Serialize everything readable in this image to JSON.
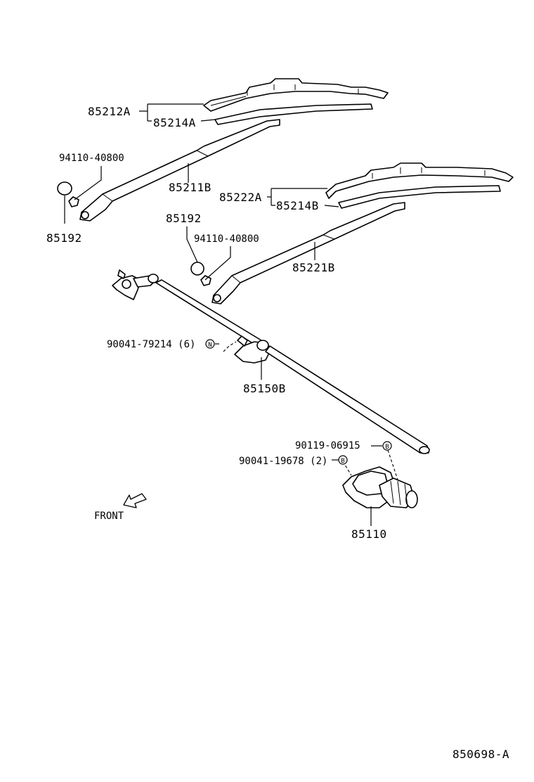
{
  "labels": {
    "p85212a": "85212A",
    "p85214a": "85214A",
    "p94110_a": "94110-40800",
    "p85211b": "85211B",
    "p85192_a": "85192",
    "p85222a": "85222A",
    "p85214b": "85214B",
    "p85192_b": "85192",
    "p94110_b": "94110-40800",
    "p85221b": "85221B",
    "p90041_79214": "90041-79214 (6)",
    "p85150b": "85150B",
    "p90119": "90119-06915",
    "p90041_19678": "90041-19678 (2)",
    "p85110": "85110",
    "front": "FRONT",
    "diagram_id": "850698-A"
  },
  "markers": {
    "n": "N",
    "b": "B"
  },
  "icons": {
    "front_arrow": "front-arrow-icon"
  }
}
